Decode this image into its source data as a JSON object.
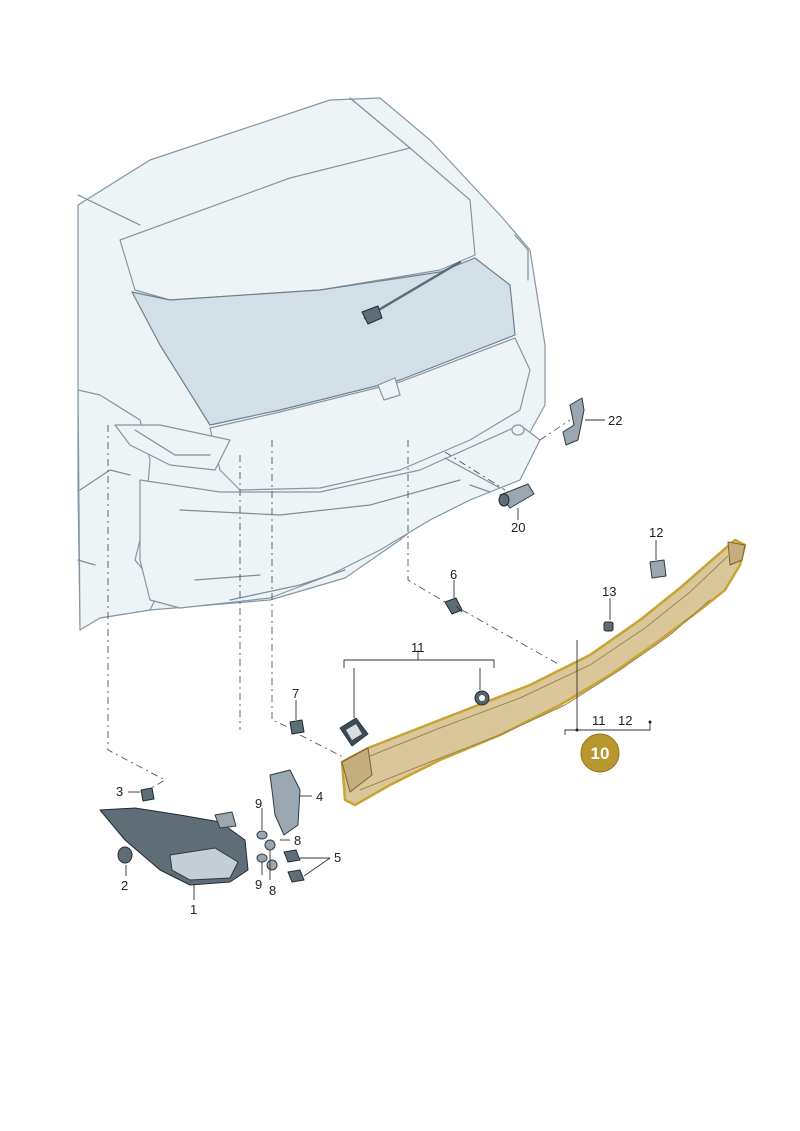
{
  "callouts": {
    "c1": "1",
    "c2": "2",
    "c3": "3",
    "c4": "4",
    "c5": "5",
    "c6": "6",
    "c7": "7",
    "c8a": "8",
    "c8b": "8",
    "c9a": "9",
    "c9b": "9",
    "c11a": "11",
    "c11b": "11",
    "c12a": "12",
    "c12b": "12",
    "c13": "13",
    "c20": "20",
    "c22": "22"
  },
  "highlight": {
    "label": "10",
    "badge_color": "#b8972e",
    "part_color": "#d9c79a",
    "outline_color": "#c9a233"
  }
}
